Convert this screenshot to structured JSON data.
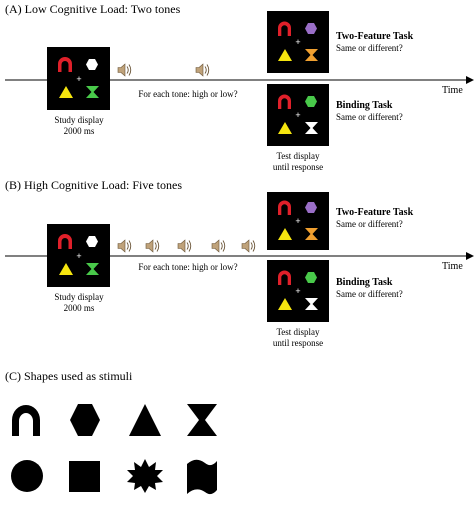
{
  "panels": {
    "a": {
      "heading": "(A) Low Cognitive Load: Two tones",
      "study_caption_line1": "Study display",
      "study_caption_line2": "2000 ms",
      "tone_question": "For each tone: high or low?",
      "time_label": "Time",
      "two_feature_title": "Two-Feature Task",
      "two_feature_question": "Same or different?",
      "binding_title": "Binding Task",
      "binding_question": "Same or different?",
      "test_caption_line1": "Test display",
      "test_caption_line2": "until response"
    },
    "b": {
      "heading": "(B) High Cognitive Load: Five tones",
      "study_caption_line1": "Study display",
      "study_caption_line2": "2000 ms",
      "tone_question": "For each tone: high  or low?",
      "time_label": "Time",
      "two_feature_title": "Two-Feature Task",
      "two_feature_question": "Same or different?",
      "binding_title": "Binding Task",
      "binding_question": "Same or different?",
      "test_caption_line1": "Test display",
      "test_caption_line2": "until response"
    },
    "c": {
      "heading": "(C) Shapes used as stimuli"
    }
  },
  "stimulus_colors": {
    "red": "#e0202a",
    "white": "#ffffff",
    "yellow": "#f5e50f",
    "green": "#49c94a",
    "purple": "#9a6ec7",
    "orange": "#f0a030"
  },
  "shape_icons": [
    "arch-icon",
    "hexagon-icon",
    "triangle-icon",
    "hourglass-icon",
    "circle-icon",
    "square-icon",
    "starburst-icon",
    "flag-icon"
  ]
}
